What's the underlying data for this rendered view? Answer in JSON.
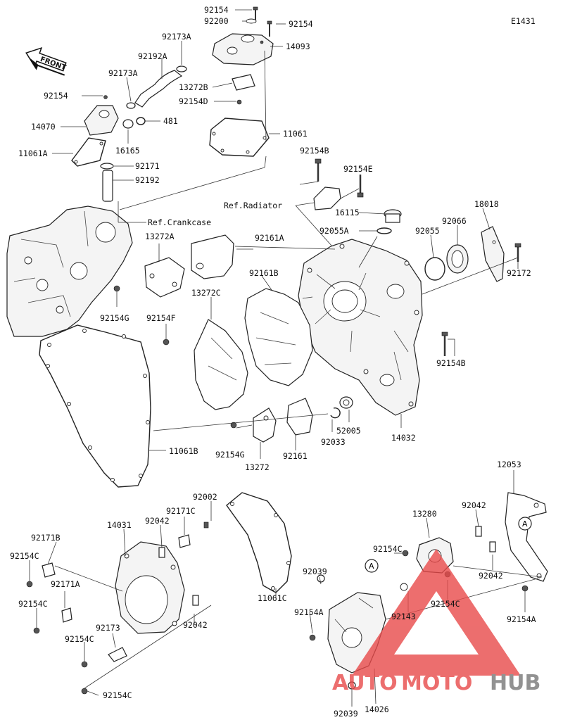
{
  "diagram_code": "E1431",
  "front_label": "FRONT",
  "labels": {
    "l92154_a": "92154",
    "l92200": "92200",
    "l92154_b": "92154",
    "l92173A_a": "92173A",
    "l14093": "14093",
    "l92192A": "92192A",
    "l92173A_b": "92173A",
    "l13272B": "13272B",
    "l92154_c": "92154",
    "l92154D": "92154D",
    "l14070": "14070",
    "l481": "481",
    "l11061_top": "11061",
    "l16165": "16165",
    "l11061A": "11061A",
    "l92171": "92171",
    "l92192": "92192",
    "l92154B_top": "92154B",
    "l92154E": "92154E",
    "lRefRad": "Ref.Radiator",
    "l18018": "18018",
    "l16115": "16115",
    "lRefCrank": "Ref.Crankcase",
    "l92055A": "92055A",
    "l92055": "92055",
    "l92066": "92066",
    "l13272A": "13272A",
    "l92161A": "92161A",
    "l92172": "92172",
    "l92161B": "92161B",
    "l92154G_a": "92154G",
    "l13272C": "13272C",
    "l92154F": "92154F",
    "l92154B_mid": "92154B",
    "l52005": "52005",
    "l14032": "14032",
    "l92033": "92033",
    "l11061B": "11061B",
    "l92154G_b": "92154G",
    "l92161": "92161",
    "l13272": "13272",
    "l12053": "12053",
    "l92002": "92002",
    "l92171C": "92171C",
    "l14031": "14031",
    "l92042_a": "92042",
    "l13280": "13280",
    "l92042_b": "92042",
    "l92171B": "92171B",
    "l92154C_a": "92154C",
    "l92154C_b": "92154C",
    "l92039_a": "92039",
    "l92042_c": "92042",
    "l92171A": "92171A",
    "l11061C": "11061C",
    "l92154C_c": "92154C",
    "l92143": "92143",
    "l92154C_d": "92154C",
    "l92154A_a": "92154A",
    "l92042_d": "92042",
    "l92154A_b": "92154A",
    "l92173": "92173",
    "l92154C_e": "92154C",
    "l92154C_f": "92154C",
    "l92039_b": "92039",
    "l14026": "14026"
  },
  "ref_marks": {
    "a1": "A",
    "a2": "A"
  },
  "watermark": {
    "part1": "AUTO",
    "part2": "MOTO",
    "part3": "HUB",
    "color_red": "#e84a4a",
    "color_gray": "#777777"
  }
}
